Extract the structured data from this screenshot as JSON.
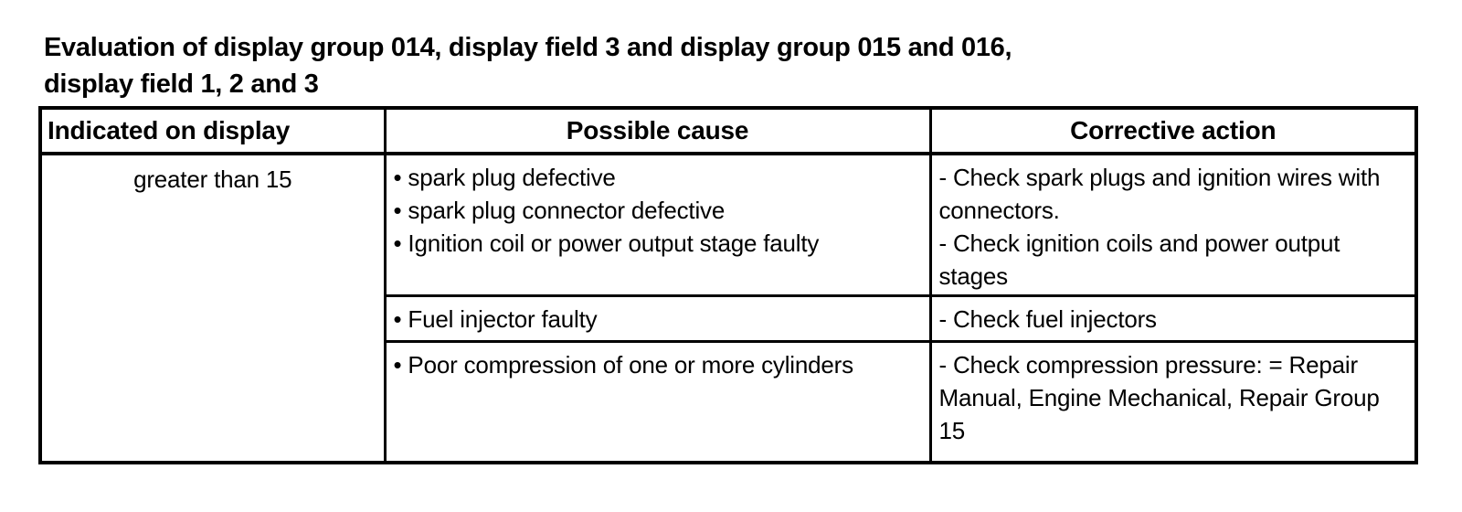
{
  "page": {
    "background_color": "#ffffff",
    "text_color": "#000000",
    "border_color": "#000000"
  },
  "title": {
    "line1": "Evaluation of display group 014, display field 3 and display group 015 and 016,",
    "line2": "display field 1, 2 and 3"
  },
  "table": {
    "headers": [
      "Indicated on display",
      "Possible cause",
      "Corrective action"
    ],
    "indicated_value": "greater than 15",
    "rows": [
      {
        "causes": [
          "• spark plug defective",
          "• spark plug connector defective",
          "• Ignition coil or power output stage faulty"
        ],
        "actions": [
          "- Check spark plugs and ignition wires with connectors.",
          "- Check ignition coils and power output stages"
        ]
      },
      {
        "causes": [
          "• Fuel injector faulty"
        ],
        "actions": [
          "- Check fuel injectors"
        ]
      },
      {
        "causes": [
          "• Poor compression of one or more cylinders"
        ],
        "actions": [
          "- Check compression pressure: = Repair Manual, Engine Mechanical, Repair Group 15"
        ]
      }
    ]
  }
}
